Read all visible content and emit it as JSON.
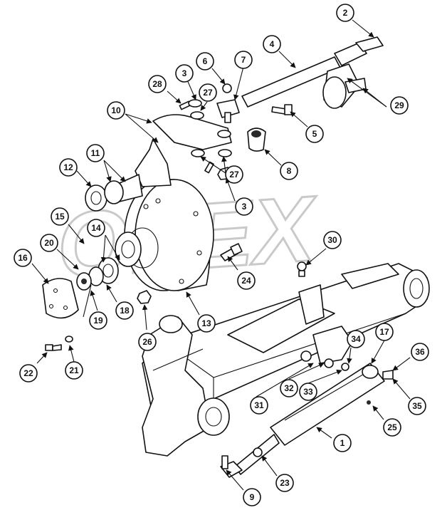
{
  "watermark": "OPEX",
  "callouts": [
    {
      "id": "c1",
      "label": "1"
    },
    {
      "id": "c2",
      "label": "2"
    },
    {
      "id": "c3a",
      "label": "3"
    },
    {
      "id": "c3b",
      "label": "3"
    },
    {
      "id": "c4",
      "label": "4"
    },
    {
      "id": "c5",
      "label": "5"
    },
    {
      "id": "c6",
      "label": "6"
    },
    {
      "id": "c7",
      "label": "7"
    },
    {
      "id": "c8",
      "label": "8"
    },
    {
      "id": "c9",
      "label": "9"
    },
    {
      "id": "c10",
      "label": "10"
    },
    {
      "id": "c11",
      "label": "11"
    },
    {
      "id": "c12",
      "label": "12"
    },
    {
      "id": "c13",
      "label": "13"
    },
    {
      "id": "c14",
      "label": "14"
    },
    {
      "id": "c15",
      "label": "15"
    },
    {
      "id": "c16",
      "label": "16"
    },
    {
      "id": "c17",
      "label": "17"
    },
    {
      "id": "c18",
      "label": "18"
    },
    {
      "id": "c19",
      "label": "19"
    },
    {
      "id": "c20",
      "label": "20"
    },
    {
      "id": "c21",
      "label": "21"
    },
    {
      "id": "c22",
      "label": "22"
    },
    {
      "id": "c23",
      "label": "23"
    },
    {
      "id": "c24",
      "label": "24"
    },
    {
      "id": "c25",
      "label": "25"
    },
    {
      "id": "c26",
      "label": "26"
    },
    {
      "id": "c27a",
      "label": "27"
    },
    {
      "id": "c27b",
      "label": "27"
    },
    {
      "id": "c28",
      "label": "28"
    },
    {
      "id": "c29",
      "label": "29"
    },
    {
      "id": "c30",
      "label": "30"
    },
    {
      "id": "c31",
      "label": "31"
    },
    {
      "id": "c32",
      "label": "32"
    },
    {
      "id": "c33",
      "label": "33"
    },
    {
      "id": "c34",
      "label": "34"
    },
    {
      "id": "c35",
      "label": "35"
    },
    {
      "id": "c36",
      "label": "36"
    }
  ]
}
